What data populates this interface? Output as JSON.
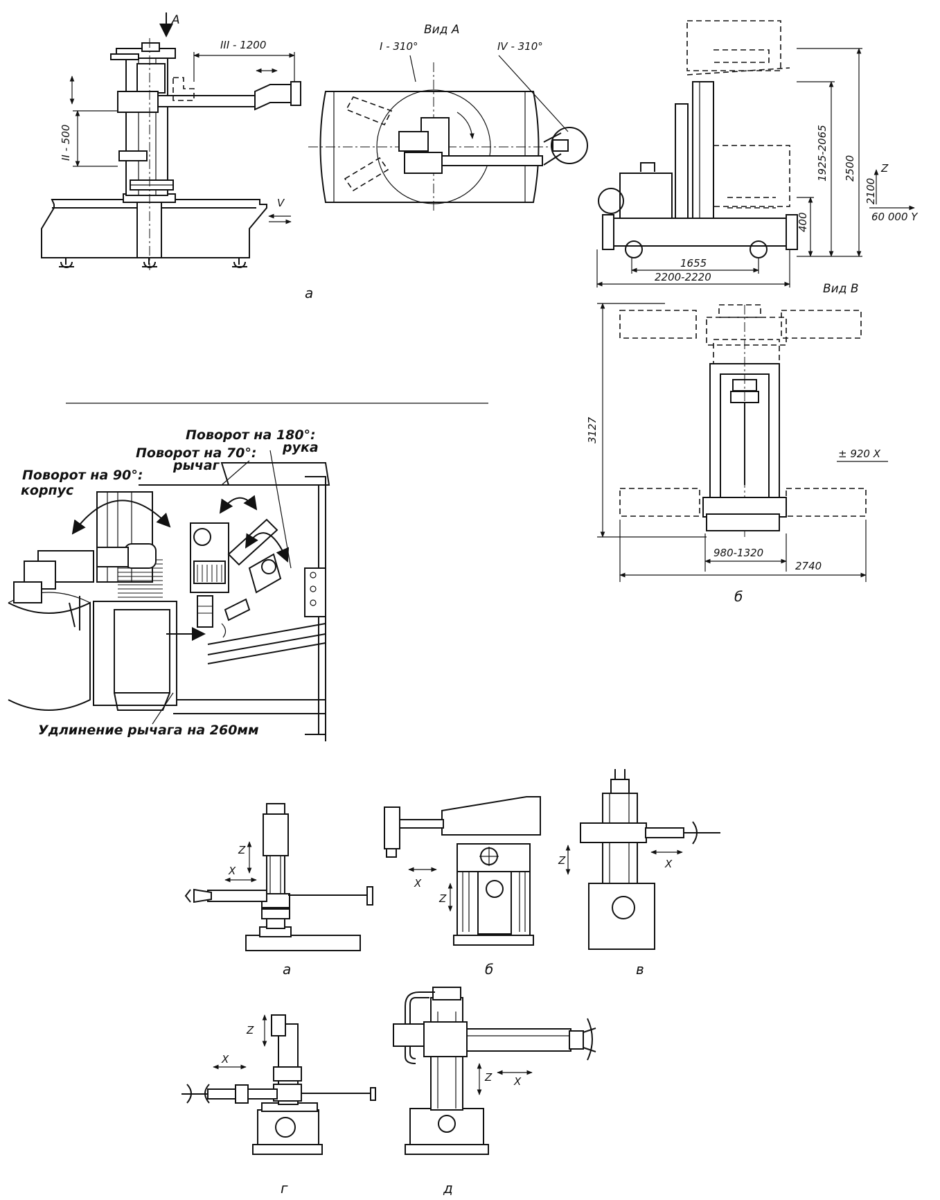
{
  "figure_top": {
    "panel_a": {
      "view_marker": "A",
      "dim_reach": "III - 1200",
      "dim_lift": "II - 500",
      "axis_v": "V",
      "caption": "а"
    },
    "view_a": {
      "title": "Вид А",
      "rot_1": "I - 310°",
      "rot_4": "IV - 310°"
    },
    "panel_b": {
      "dim_z_range": "1925-2065",
      "dim_total": "2500",
      "dim_2100": "2100",
      "dim_400": "400",
      "axis_z": "Z",
      "axis_y": "60 000 Y",
      "dim_1655": "1655",
      "dim_2200": "2200-2220",
      "view_b_title": "Вид В",
      "dim_3127": "3127",
      "dim_x": "± 920 X",
      "dim_980": "980-1320",
      "dim_2740": "2740",
      "caption": "б"
    }
  },
  "figure_mid": {
    "rot_180": "Поворот на 180°:",
    "rot_180_part": "рука",
    "rot_70": "Поворот на 70°:",
    "rot_70_part": "рычаг",
    "rot_90": "Поворот на 90°:",
    "rot_90_part": "корпус",
    "extension": "Удлинение рычага на 260мм"
  },
  "figure_bottom": {
    "schemes": [
      {
        "caption": "а",
        "axis_z": "Z",
        "axis_x": "X"
      },
      {
        "caption": "б",
        "axis_z": "Z",
        "axis_x": "X"
      },
      {
        "caption": "в",
        "axis_z": "Z",
        "axis_x": "X"
      },
      {
        "caption": "г",
        "axis_z": "Z",
        "axis_x": "X"
      },
      {
        "caption": "д",
        "axis_z": "Z",
        "axis_x": "X"
      }
    ]
  }
}
